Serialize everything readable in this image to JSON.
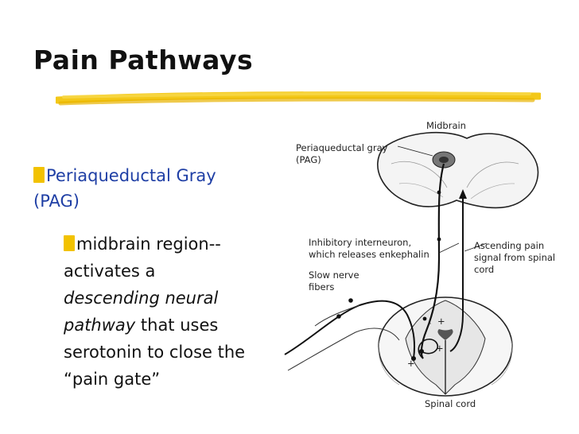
{
  "slide": {
    "title": "Pain Pathways",
    "bullet1_text": "Periaqueductal Gray (PAG)",
    "bullet2": {
      "text_before": "midbrain region-- activates a ",
      "emphasis": "descending neural pathway",
      "text_after": " that uses serotonin to close the “pain gate”"
    }
  },
  "diagram": {
    "labels": {
      "midbrain": "Midbrain",
      "pag_line1": "Periaqueductal gray",
      "pag_line2": "(PAG)",
      "inhib_line1": "Inhibitory interneuron,",
      "inhib_line2": "which releases enkephalin",
      "ascending_line1": "Ascending pain",
      "ascending_line2": "signal from spinal",
      "ascending_line3": "cord",
      "slow_line1": "Slow nerve",
      "slow_line2": "fibers",
      "spinal_cord": "Spinal cord"
    }
  },
  "colors": {
    "title": "#111111",
    "bullet1": "#1f3fa5",
    "highlight": "#f2c200"
  }
}
